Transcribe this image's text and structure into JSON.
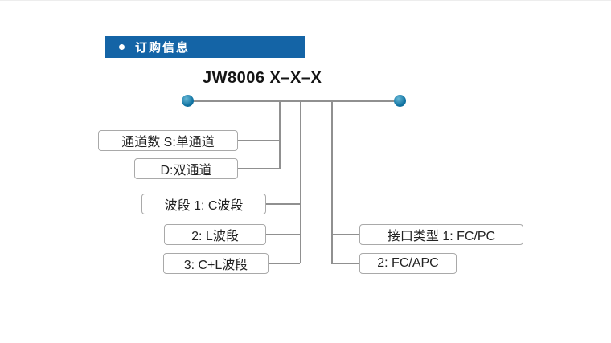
{
  "banner": {
    "bullet_icon": "●",
    "label": "订购信息"
  },
  "diagram": {
    "title": "JW8006 X–X–X",
    "groups": [
      [
        "通道数 S:单通道",
        "D:双通道"
      ],
      [
        "波段 1: C波段",
        "2: L波段",
        "3: C+L波段"
      ],
      [
        "接口类型 1: FC/PC",
        "2: FC/APC"
      ]
    ]
  },
  "colors": {
    "banner_bg": "#1464a6",
    "endpoint_dot": "#1173a2",
    "line": "#909090",
    "box_border": "#a9a9a9"
  }
}
